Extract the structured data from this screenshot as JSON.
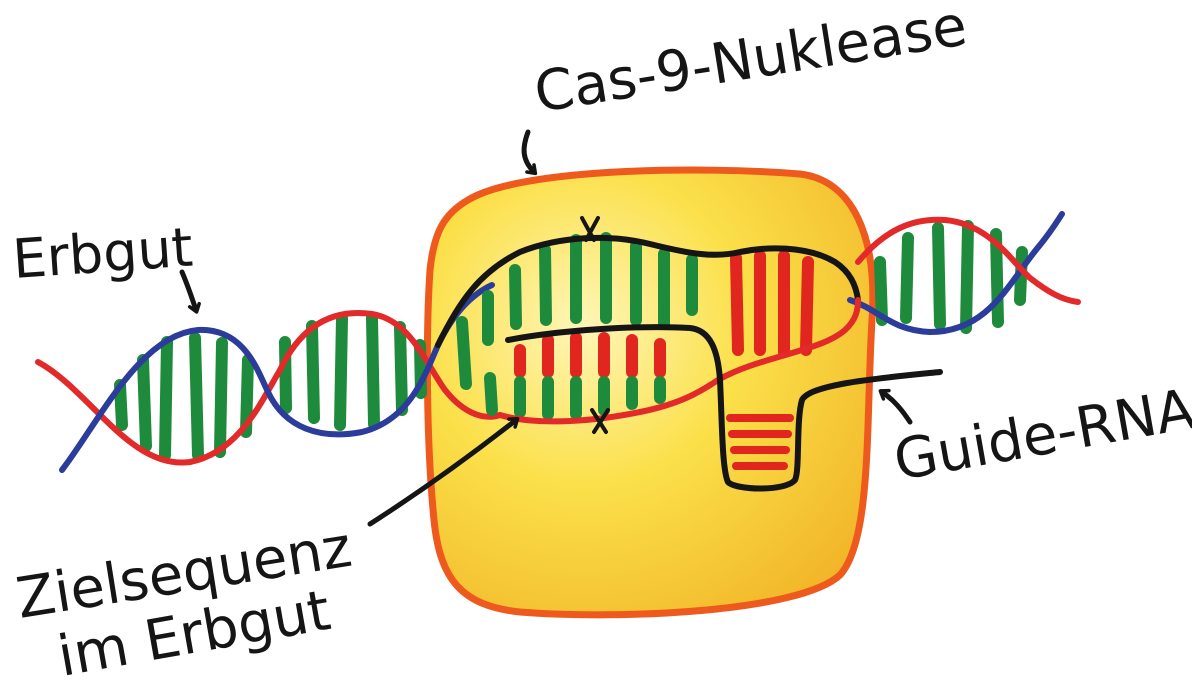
{
  "labels": {
    "nuclease": "Cas-9-Nuklease",
    "genome": "Erbgut",
    "guide_rna": "Guide-RNA",
    "target_line1": "Zielsequenz",
    "target_line2": "im Erbgut"
  },
  "colors": {
    "background": "#ffffff",
    "protein_fill": "#f9d63a",
    "protein_outline": "#ee5a1e",
    "dna_blue": "#2b3c9a",
    "dna_red": "#e22a2a",
    "base_green": "#1e8b3c",
    "base_red": "#e0261f",
    "ink": "#151515"
  }
}
